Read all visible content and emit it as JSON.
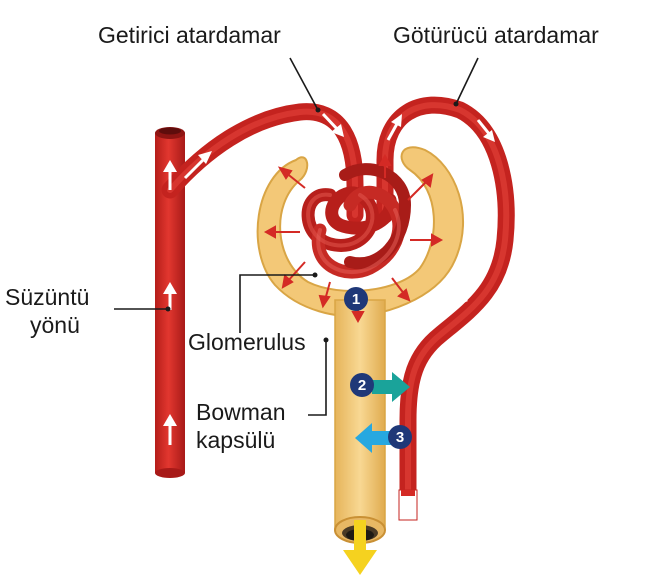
{
  "labels": {
    "afferent": "Getirici atardamar",
    "efferent": "Götürücü atardamar",
    "filtrate_line1": "Süzüntü",
    "filtrate_line2": "yönü",
    "glomerulus": "Glomerulus",
    "bowman_line1": "Bowman",
    "bowman_line2": "kapsülü"
  },
  "markers": [
    "1",
    "2",
    "3"
  ],
  "colors": {
    "vessel": "#d42a25",
    "vessel_dark": "#a81c1a",
    "capsule": "#f2c978",
    "capsule_edge": "#d9a545",
    "marker": "#1f3878",
    "marker2_arrow": "#1aa39a",
    "marker3_arrow": "#27a8e0",
    "outflow_arrow": "#f5d21f",
    "leader": "#1a1a1a"
  },
  "icons": [
    "up-arrow-icon",
    "flow-arrow-icon",
    "filtration-arrow-icon"
  ]
}
